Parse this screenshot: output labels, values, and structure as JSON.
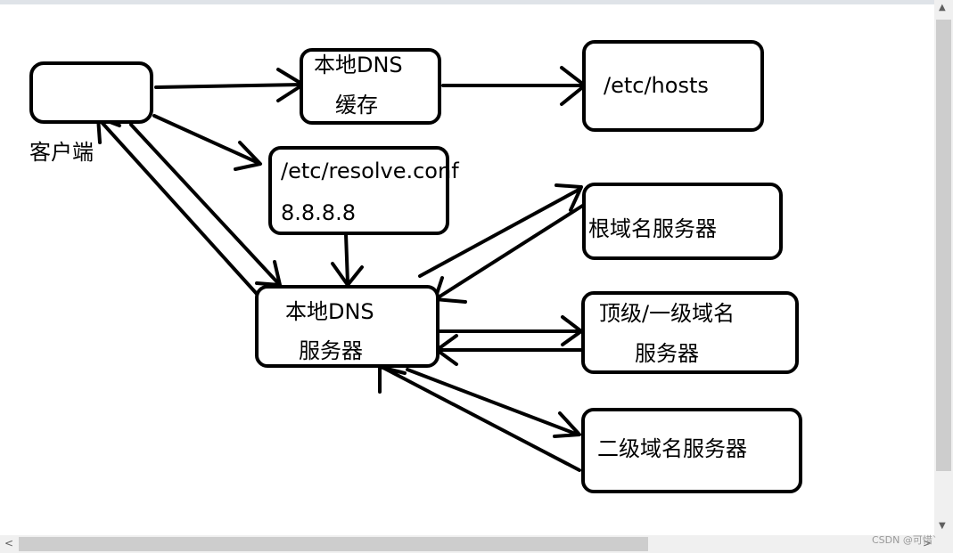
{
  "nodes": {
    "client": {
      "label": "客户端"
    },
    "local_cache": {
      "line1": "本地DNS",
      "line2": "缓存"
    },
    "hosts": {
      "label": "/etc/hosts"
    },
    "resolv": {
      "line1": "/etc/resolve.conf",
      "line2": "8.8.8.8"
    },
    "local_server": {
      "line1": "本地DNS",
      "line2": "服务器"
    },
    "root": {
      "label": "根域名服务器"
    },
    "tld": {
      "line1": "顶级/一级域名",
      "line2": "服务器"
    },
    "second": {
      "label": "二级域名服务器"
    }
  },
  "scrollbars": {
    "up": "▲",
    "down": "▼",
    "left": "<",
    "right": ">"
  },
  "watermark": "CSDN @可惜`"
}
